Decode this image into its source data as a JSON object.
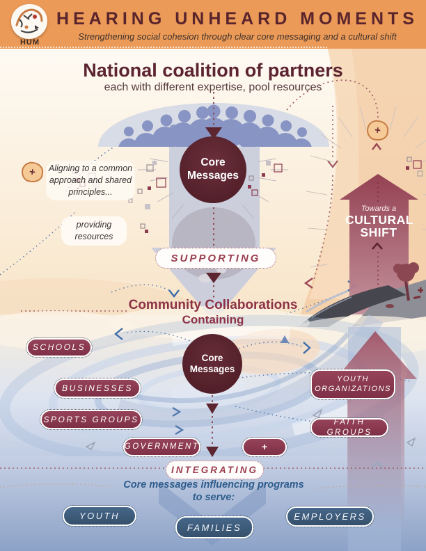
{
  "header": {
    "logo": "HUM",
    "title": "HEARING UNHEARD MOMENTS",
    "subtitle": "Strengthening social cohesion through clear core messaging and a cultural shift"
  },
  "coalition": {
    "title": "National coalition of partners",
    "subtitle": "each with different expertise, pool resources",
    "core_circle": "Core\nMessages",
    "aligning_note": "Aligning to a common\napproach and shared\nprinciples...",
    "resources_note": "providing\nresources",
    "supporting_label": "SUPPORTING"
  },
  "community": {
    "title": "Community Collaborations",
    "subtitle": "Containing",
    "core_circle": "Core\nMessages",
    "partners": {
      "schools": "SCHOOLS",
      "businesses": "BUSINESSES",
      "sports_groups": "SPORTS GROUPS",
      "government": "GOVERNMENT",
      "youth_organizations": "YOUTH\nORGANIZATIONS",
      "faith_groups": "FAITH GROUPS",
      "more": "+"
    },
    "integrating_label": "INTEGRATING"
  },
  "cultural_shift": {
    "pre": "Towards a",
    "title": "CULTURAL\nSHIFT"
  },
  "programs": {
    "caption": "Core messages influencing programs\nto serve:",
    "audiences": {
      "youth": "YOUTH",
      "families": "FAMILIES",
      "employers": "EMPLOYERS"
    }
  },
  "icons": {
    "plus_splat": "+"
  },
  "colors": {
    "header_orange": "#EB9A58",
    "maroon_dark": "#5B2430",
    "maroon_pill": "#8C3A50",
    "blue_pill": "#3D5B77",
    "blue_text": "#2D5C8C",
    "arrow_maroon": "#95404F"
  }
}
